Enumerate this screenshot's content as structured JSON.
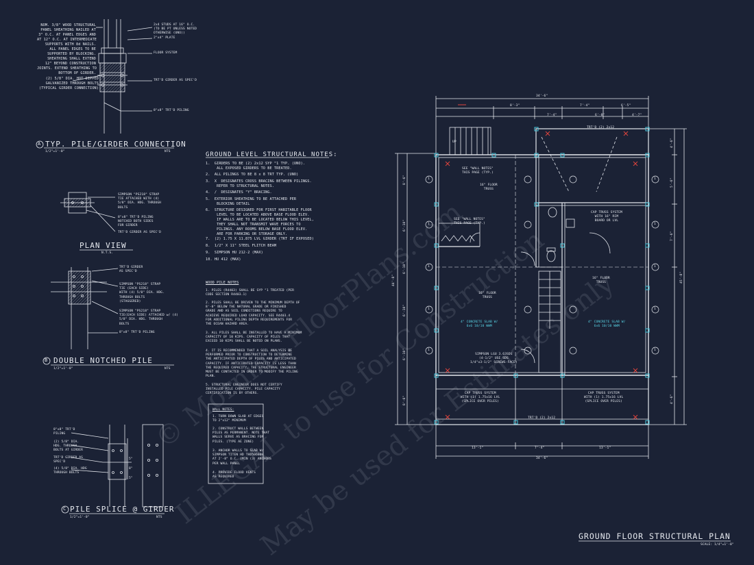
{
  "sheet": {
    "background": "#1b2235",
    "line_color": "#e6e9ef",
    "accent_cyan": "#4ecbe0",
    "accent_red": "#e0443d"
  },
  "detail_a": {
    "title": "TYP. PILE/GIRDER CONNECTION",
    "marker": "A",
    "scale": "1/2\"=1'-0\"",
    "nts": "NTS",
    "note_left": "NOM. 3/8\" WOOD STRUCTURAL\nPANEL SHEATHING NAILED AT\n3\" O.C. AT PANEL EDGES AND\nAT 12\" O.C. AT INTERMEDIATE\nSUPPORTS WITH 8d NAILS.\nALL PANEL EDGES TO BE\nSUPPORTED BY BLOCKING.\nSHEATHING SHALL EXTEND\n12\" BEYOND CONSTRUCTION\nJOINTS. EXTEND SHEATHING TO\nBOTTOM OF GIRDER.",
    "note_bolts": "(2) 5/8\" DIA. HOT DIPPED\nGALVANIZED THROUGH BOLTS\n(TYPICAL GIRDER CONNECTION)",
    "note_studs": "2x4 STUDS AT 16\" O.C.\n(TO BE PT UNLESS NOTED\nOTHERWISE (UNO))",
    "note_plate": "2\"x4\" PLATE",
    "note_floor": "FLOOR SYSTEM",
    "note_girder": "TRT'D GIRDER AS SPEC'D",
    "note_piling": "8\"x8\" TRT'D PILING"
  },
  "plan_view": {
    "title": "PLAN VIEW",
    "nts": "N.T.S.",
    "note_strap": "SIMPSON \"PS218\" STRAP\nTIE ATTACHED WITH (4)\n5/8\" DIA. HDG. THROUGH\nBOLTS",
    "note_piling": "8\"x8\" TRT'D PILING\nNOTCHED BOTH SIDES\nFOR GIRDER",
    "note_girder": "TRT'D GIRDER AS SPEC'D"
  },
  "detail_b": {
    "title": "DOUBLE NOTCHED PILE",
    "marker": "B",
    "scale": "1/2\"=1'-0\"",
    "nts": "NTS",
    "note_girder": "TRT'D GIRDER\nAS SPEC'D",
    "note_strap1": "SIMPSON \"PS218\" STRAP\nTIE (EACH SIDE)\nWITH (4) 5/8\" DIA. HDG.\nTHROUGH BOLTS\n(STAGGERED)",
    "note_strap2": "SIMPSON \"PS218\" STRAP\nTIE(EACH SIDE) ATTACHED w/ (4)\n5/8\" DIA. HDG. THROUGH\nBOLTS",
    "note_piling": "8\"x8\" TRT'D PILING"
  },
  "detail_c": {
    "title": "PILE SPLICE @ GIRDER",
    "marker": "C",
    "scale": "1/2\"=1'-0\"",
    "nts": "NTS",
    "note_piling": "8\"x8\" TRT'D\nPILING",
    "note_bolts": "(2) 5/8\" DIA.\nHDG. THROUGH\nBOLTS AT GIRDER",
    "note_girder": "TRT'D GIRDER AS\nSPEC'D",
    "note_bolts2": "(4) 5/8\" DIA. HDG\nTHROUGH BOLTS",
    "dims": [
      "5\"",
      "8\"",
      "5\""
    ]
  },
  "ground_notes": {
    "title": "GROUND LEVEL STRUCTURAL NOTES:",
    "items": [
      "1.  GIRDERS TO BE (2) 2x12 SYP \"1 TYP. (UNO).\n     ALL EXPOSED GIRDERS TO BE TREATED.",
      "2.  ALL PILINGS TO BE 8 x 8 TRT TYP. (UNO)",
      "3.  X  DESIGNATES CROSS BRACING BETWEEN PILINGS.\n     REFER TO STRUCTURAL NOTES.",
      "4.  /  DESIGNATES \"Y\" BRACING.",
      "5.  EXTERIOR SHEATHING TO BE ATTACHED PER\n     BLOCKING DETAIL",
      "6.  STRUCTURE DESIGNED FOR FIRST HABITABLE FLOOR\n     LEVEL TO BE LOCATED ABOVE BASE FLOOD ELEV.\n     IF WALLS ARE TO BE LOCATED BELOW THIS LEVEL,\n     THEY SHALL NOT TRANSMIT WAVE FORCES TO\n     PILINGS. ANY ROOMS BELOW BASE FLOOD ELEV.\n     ARE FOR PARKING OR STORAGE ONLY.",
      "7.  (2) 1.75 X 11.875 LVL GIRDER (TRT IF EXPOSED)",
      "8.  1/2\" X 11\" STEEL FLITCH BEAM",
      "9.  SIMPSON HU 212-2 (MAX)",
      "10. HU 412 (MAX)"
    ]
  },
  "wood_pile_notes": {
    "title": "WOOD PILE NOTES",
    "items": [
      "1. PILES (R4403) SHALL BE SYP \"1 TREATED (PER\nCODE SECTION R4403.1)",
      "2. PILES SHALL BE DRIVEN TO THE MINIMUM DEPTH OF\n8'-0\" BELOW THE NATURAL GRADE OR FINISHED\nGRADE AND AS SOIL CONDITIONS REQUIRE TO\nACHIEVE REQUIRED LOAD CAPACITY. SEE R4403.4\nFOR ADDITIONAL PILING DEPTH REQUIREMENTS FOR\nTHE OCEAN HAZARD AREA.",
      "3. ALL PILES SHALL BE INSTALLED TO HAVE A MINIMUM\nCAPACITY OF 10 KIPS. CAPACITY OF PILES THAT\nEXCEED 10 KIPS SHALL BE NOTED ON PLANS.",
      "4. IT IS RECOMMENDED THAT A SOIL ANALYSIS BE\nPERFORMED PRIOR TO CONSTRUCTION TO DETERMINE\nTHE ANTICIPATED DEPTH OF PILES AND ANTICIPATED\nCAPACITY. IF ANTICIPATED CAPACITY IS LESS THAN\nTHE REQUIRED CAPACITY, THE STRUCTURAL ENGINEER\nMUST BE CONTACTED IN ORDER TO MODIFY THE PILING\nPLAN.",
      "5. STRUCTURAL ENGINEER DOES NOT CERTIFY\nINSTALLED PILE CAPACITY. PILE CAPACITY\nCERTIFICATION IS BY OTHERS."
    ]
  },
  "wall_notes": {
    "title": "WALL NOTES:",
    "items": [
      "1. TURN DOWN SLAB AT EDGES\nTO 2\"x12\" MINIMUM",
      "2. CONSTRUCT WALLS BETWEEN\nPILES AS PERMANENT. NOTE THAT\nWALLS SERVE AS BRACING FOR\nPILES. (TYPE AE ZONE)",
      "3. ANCHOR WALLS TO SLAB W/\nSIMPSON TITEN HD THD50600H\nAT 2'-8\" O.C. (MIN (3) ANCHORS\nPER WALL PANEL",
      "4. PROVIDE FLOOD VENTS\nAS REQUIRED"
    ]
  },
  "plan": {
    "title": "GROUND FLOOR STRUCTURAL PLAN",
    "scale": "SCALE: 1/4\"=1'-0\"",
    "dims_top": {
      "overall": "34'-6\"",
      "d1": "8'-3\"",
      "d2": "7'-4\"",
      "d3": "6'-5\"",
      "d4": "7'-4\"",
      "d5": "6'-8\"",
      "d6": "4'-7\""
    },
    "dims_bottom": {
      "overall": "34'-6\"",
      "d1": "13'-1\"",
      "d2": "7'-4\"",
      "d3": "13'-1\""
    },
    "dims_right": {
      "overall": "45'-8\"",
      "d1": "4'-6\"",
      "d2": "5'-6\"",
      "d3": "7'-6\"",
      "d4": "4'-6\""
    },
    "dims_left": {
      "overall": "44'-8\"",
      "d1": "8'-6\"",
      "d2": "6'-10\"",
      "d3": "6'-10\"",
      "d4": "6'-10\"",
      "d5": "6'-10\"",
      "d6": "8'-6\""
    },
    "labels": {
      "up": "UP",
      "wall_notes_1": "SEE \"WALL NOTES\"\nTHIS PAGE (TYP.)",
      "wall_notes_2": "SEE \"WALL NOTES\"\nTHIS PAGE (TYP.)",
      "floor_truss_1": "16\" FLOOR\nTRUSS",
      "floor_truss_2": "16\" FLOOR\nTRUSS",
      "floor_truss_3": "16\" FLOOR\nTRUSS",
      "cap_truss_top": "CAP TRUSS SYSTEM\nWITH 16\" RIM\nBOARD OR LVL",
      "slab_left": "4\" CONCRETE SLAB W/\n6x6 10/10 WWM",
      "slab_right": "4\" CONCRETE SLAB W/\n6x6 10/10 WWM",
      "simpson": "SIMPSON LGU 3.63SDS\n(4-1/2\" USE SDS\n1/4\"x3-1/2\" SCREWS-FACE)",
      "cap_truss_left": "CAP TRUSS SYSTEM\nWITH (1) 1.75x16 LVL\n(SPLICE OVER PILES)",
      "cap_truss_right": "CAP TRUSS SYSTEM\nWITH (1) 1.75x16 LVL\n(SPLICE OVER PILES)",
      "trtd_top": "TRT'D (2) 2x12",
      "trtd_bottom": "TRT'D (2) 2x12",
      "pile_label": "1"
    }
  },
  "watermark": {
    "line1": "© Mornin...FloorPlans.com",
    "line2": "ILLEGAL to use for Construction",
    "line3": "May be used for Estimates only"
  }
}
